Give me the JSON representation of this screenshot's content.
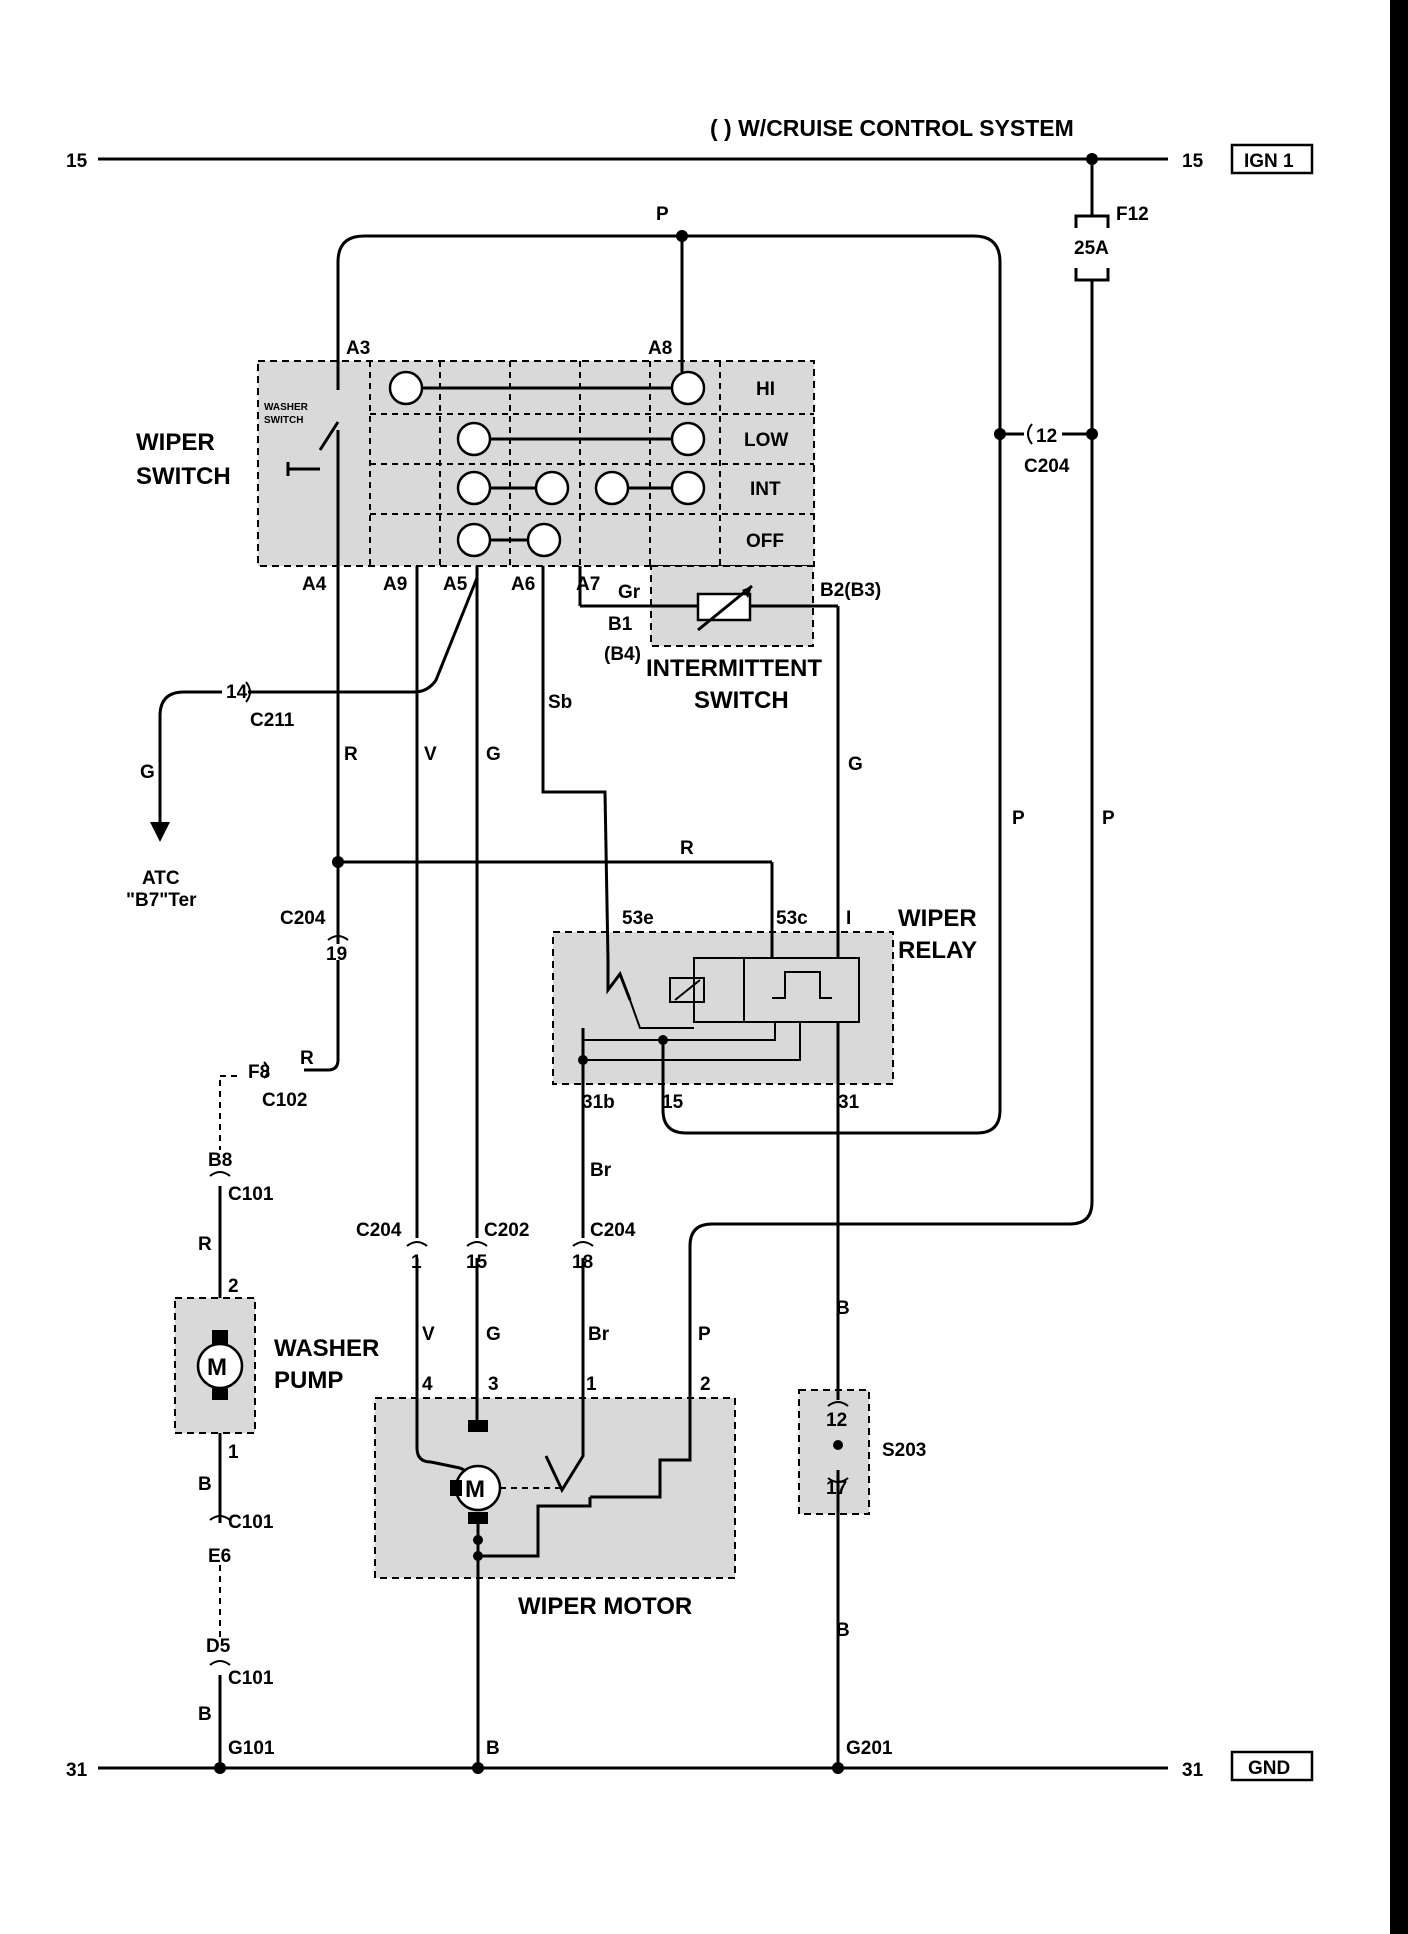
{
  "title": "( ) W/CRUISE CONTROL SYSTEM",
  "rails": {
    "top_left": "15",
    "top_right": "15",
    "top_tag": "IGN 1",
    "bottom_left": "31",
    "bottom_right": "31",
    "bottom_tag": "GND"
  },
  "fuse": {
    "name": "F12",
    "rating": "25A"
  },
  "wiper_switch": {
    "title_line1": "WIPER",
    "title_line2": "SWITCH",
    "washer_line1": "WASHER",
    "washer_line2": "SWITCH",
    "positions": [
      "HI",
      "LOW",
      "INT",
      "OFF"
    ],
    "pins": {
      "a3": "A3",
      "a8": "A8",
      "a4": "A4",
      "a9": "A9",
      "a5": "A5",
      "a6": "A6",
      "a7": "A7",
      "b1": "B1",
      "b4": "(B4)",
      "b2": "B2(B3)"
    }
  },
  "intermittent_switch": {
    "line1": "INTERMITTENT",
    "line2": "SWITCH"
  },
  "wiper_relay": {
    "line1": "WIPER",
    "line2": "RELAY",
    "pins": {
      "p53e": "53e",
      "p53c": "53c",
      "pi": "I",
      "p31b": "31b",
      "p15": "15",
      "p31": "31"
    }
  },
  "wiper_motor": {
    "label": "WIPER MOTOR",
    "pins": {
      "p4": "4",
      "p3": "3",
      "p1": "1",
      "p2": "2"
    },
    "symbol": "M"
  },
  "washer_pump": {
    "line1": "WASHER",
    "line2": "PUMP",
    "pins": {
      "p2": "2",
      "p1": "1"
    },
    "symbol": "M"
  },
  "splice": {
    "name": "S203",
    "top": "12",
    "bottom": "17"
  },
  "atc": {
    "line1": "ATC",
    "line2": "\"B7\"Ter"
  },
  "connectors": {
    "c204_12_pin": "12",
    "c204_12": "C204",
    "c211_pin": "14",
    "c211": "C211",
    "c204_19_pin": "19",
    "c204_19": "C204",
    "c102_pin": "F8",
    "c102": "C102",
    "c101_b8_pin": "B8",
    "c101_b8": "C101",
    "c204_1_pin": "1",
    "c204_1": "C204",
    "c202_15_pin": "15",
    "c202_15": "C202",
    "c204_18_pin": "18",
    "c204_18": "C204",
    "c101_e6_pin": "E6",
    "c101_e6": "C101",
    "c101_d5_pin": "D5",
    "c101_d5": "C101"
  },
  "grounds": {
    "g101": "G101",
    "g201": "G201"
  },
  "wire_colors": {
    "p_top": "P",
    "p_right_1": "P",
    "p_right_2": "P",
    "p_motor": "P",
    "gr": "Gr",
    "r_a4": "R",
    "v_a9": "V",
    "g_a5": "G",
    "sb_a6": "Sb",
    "g_b2": "G",
    "g_atc": "G",
    "r_relay": "R",
    "r_c102": "R",
    "r_c101": "R",
    "br_relay": "Br",
    "br_motor": "Br",
    "v_motor": "V",
    "g_motor": "G",
    "b_relay": "B",
    "b_s203": "B",
    "b_pump": "B",
    "b_pump2": "B",
    "b_motor": "B"
  }
}
